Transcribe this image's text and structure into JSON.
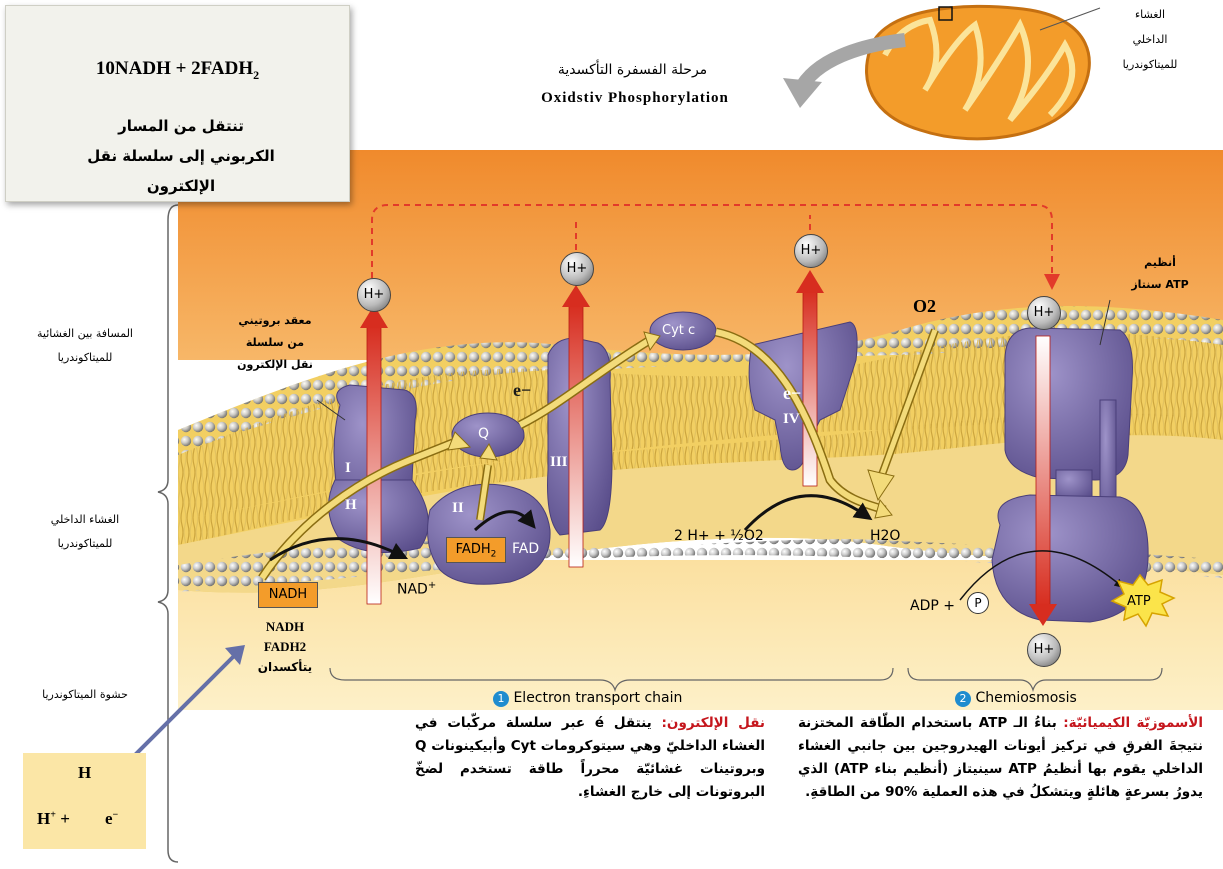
{
  "equation_box": {
    "formula_main": "10NADH + 2FADH",
    "formula_sub": "2",
    "note": "تنتقل من المسار الكربوني إلى سلسلة نقل الإلكترون"
  },
  "stage": {
    "title_ar": "مرحلة الفسفرة التأكسدية",
    "title_en": "Oxidstiv Phosphorylation"
  },
  "mito_label": [
    "الغشاء",
    "الداخلي",
    "للميتاكوندريا"
  ],
  "side_labels": {
    "intermembrane": [
      "المسافة بين الغشائية",
      "للميتاكوندريا"
    ],
    "inner_membrane": [
      "الغشاء الداخلي",
      "للميتاكوندريا"
    ],
    "matrix": "حشوة الميتاكوندريا"
  },
  "protein_complex_label": [
    "معقد بروتيني",
    "من سلسلة",
    "نقل الإلكترون"
  ],
  "atp_synthase_label": [
    "أنظيم",
    "ATP سنتاز"
  ],
  "complexes": {
    "c1": "I",
    "c1_h": "H",
    "c2": "II",
    "c3": "III",
    "c4": "IV"
  },
  "molecules": {
    "q": "Q",
    "cyt_c": "Cyt c",
    "nadh": "NADH",
    "nad": "NAD",
    "fadh": "FADH",
    "fad": "FAD",
    "water_reaction": "2 H+ + ½O2",
    "h2o": "H2O",
    "o2": "O2",
    "adp": "ADP +",
    "pi": "P",
    "atp": "ATP",
    "proton": "H+",
    "electron": "e−"
  },
  "oxidation_label": [
    "NADH",
    "FADH2",
    "يتأكسدان"
  ],
  "h_split": {
    "h": "H",
    "hplus": "H",
    "eminus": "e"
  },
  "sections": {
    "etc_num": "1",
    "etc_title": "Electron transport chain",
    "chemi_num": "2",
    "chemi_title": "Chemiosmosis"
  },
  "paragraphs": {
    "etc_head": "نقل الإلكترون:",
    "etc_body": " ينتقل é عبر سلسلة مركّبات في الغشاء الداخليّ وهي سيتوكرومات Cyt وأبيكينونات Q وبروتينات غشائيّة محرراً طاقة تستخدم لضخّ البروتونات إلى خارج الغشاءِ.",
    "chemi_head": "الأسموزيّة الكيميائيّة:",
    "chemi_body": " بناءُ الـ ATP باستخدام الطّاقة المختزنة نتيجةَ الفرقِ في تركيز أيونات الهيدروجين بين جانبي الغشاء الداخلي يقوم بها أنظيمُ ATP سينيتاز (أنظيم بناء ATP) الذي يدورُ بسرعةٍ هائلةٍ ويتشكلُ في هذه العملية %90 من الطاقةِ."
  },
  "colors": {
    "intermembrane": "#f3a24a",
    "matrix": "#fbe6a6",
    "protein": "#7b6fad",
    "proton_arrow": "#d72d1f",
    "electron_path": "#f3db7a",
    "highlight_red": "#c5161d"
  }
}
